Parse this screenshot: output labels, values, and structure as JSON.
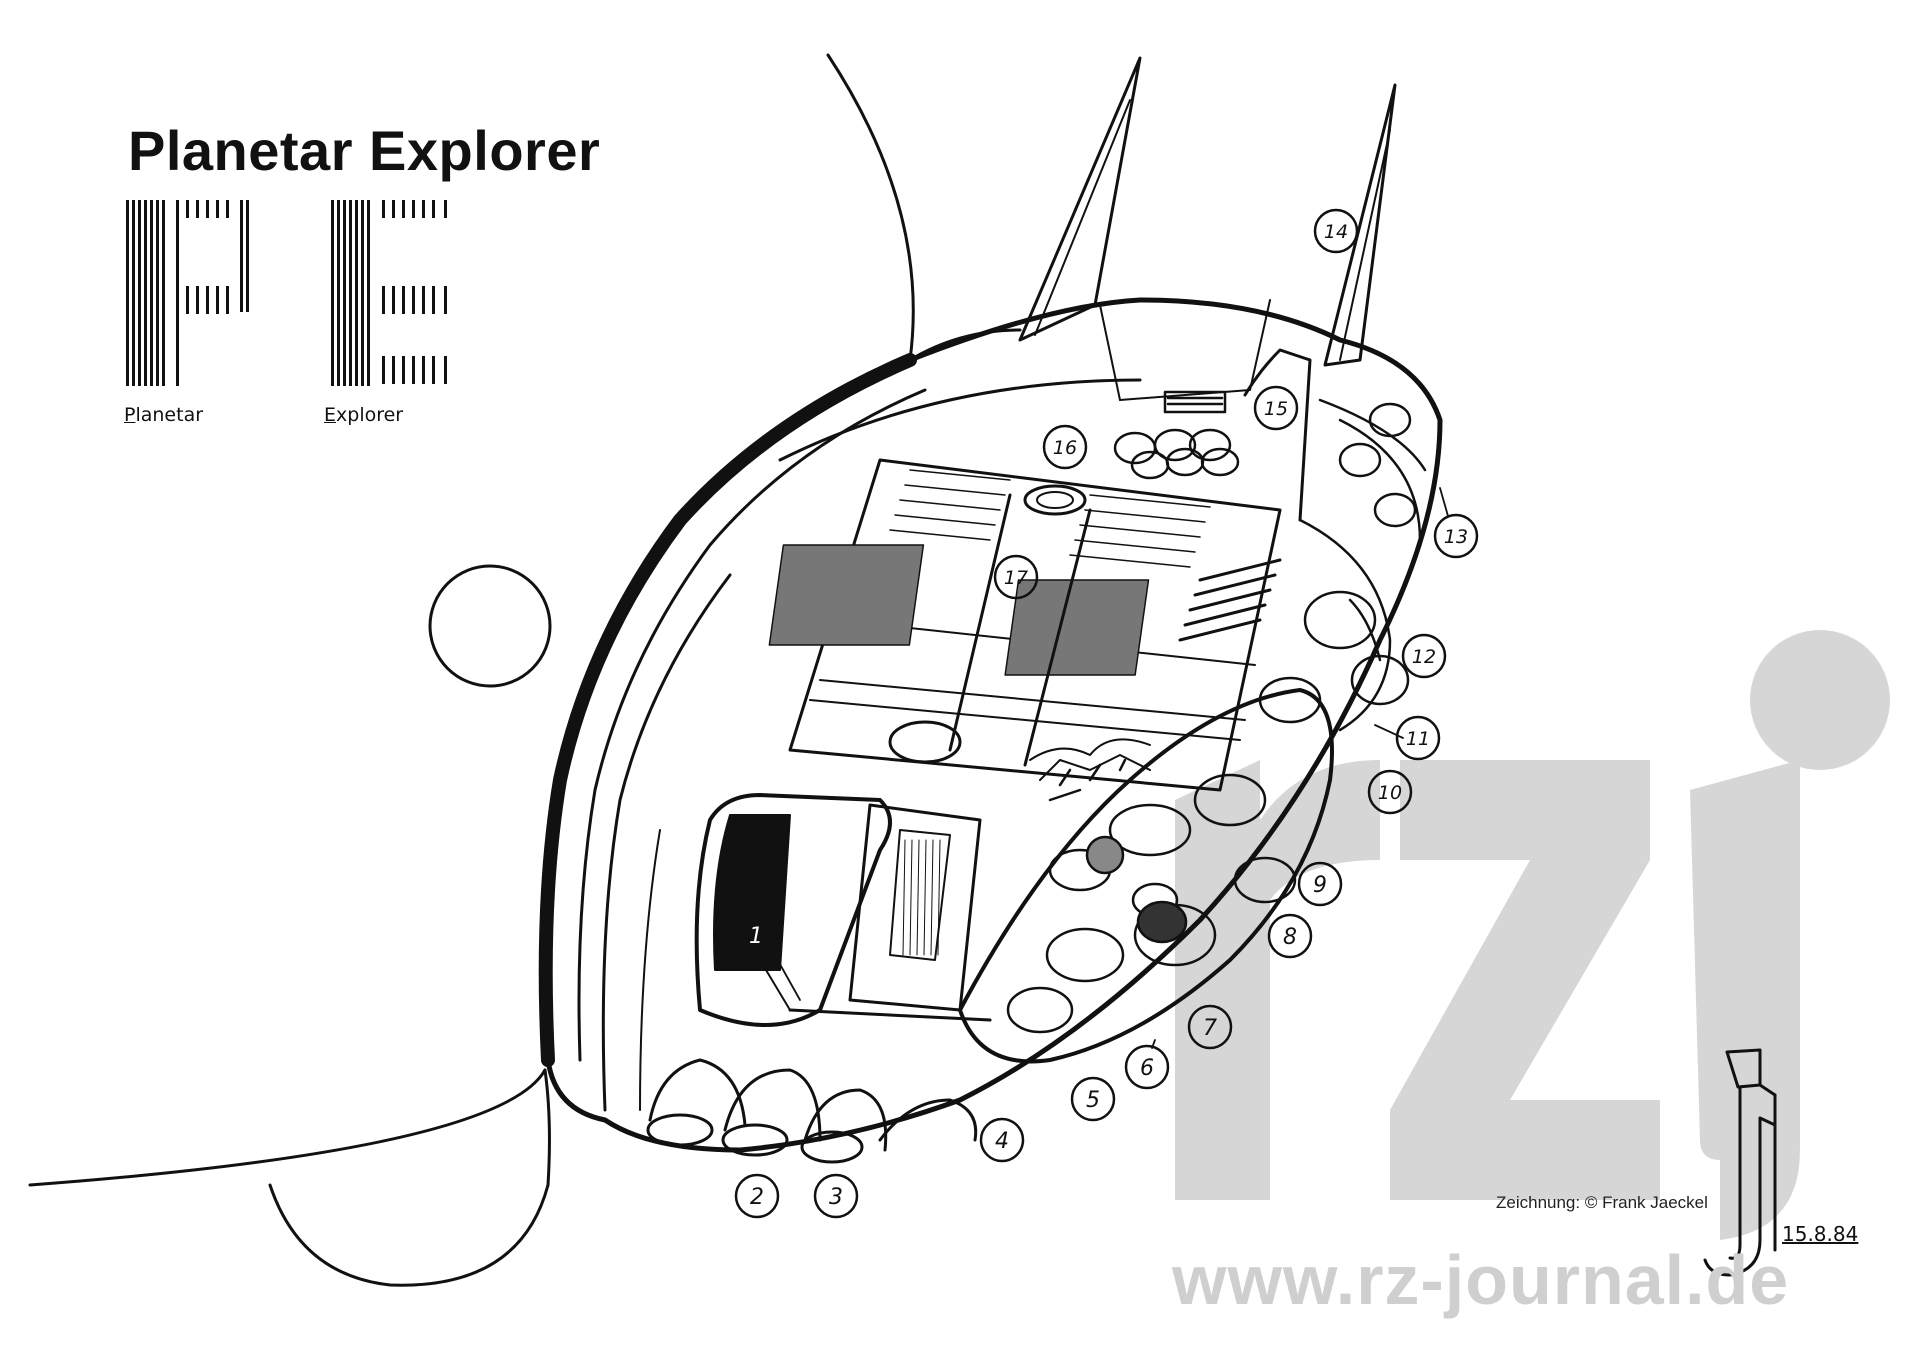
{
  "title": "Planetar Explorer",
  "logo": {
    "letters": "PE",
    "labels": [
      {
        "first": "P",
        "rest": "lanetar"
      },
      {
        "first": "E",
        "rest": "xplorer"
      }
    ]
  },
  "callouts": [
    "1",
    "2",
    "3",
    "4",
    "5",
    "6",
    "7",
    "8",
    "9",
    "10",
    "11",
    "12",
    "13",
    "14",
    "15",
    "16",
    "17"
  ],
  "credit": "Zeichnung: © Frank Jaeckel",
  "watermark": {
    "logo_text": "rzj",
    "url": "www.rz-journal.de"
  },
  "signature": {
    "initials": "FJ",
    "date": "15.8.84"
  }
}
